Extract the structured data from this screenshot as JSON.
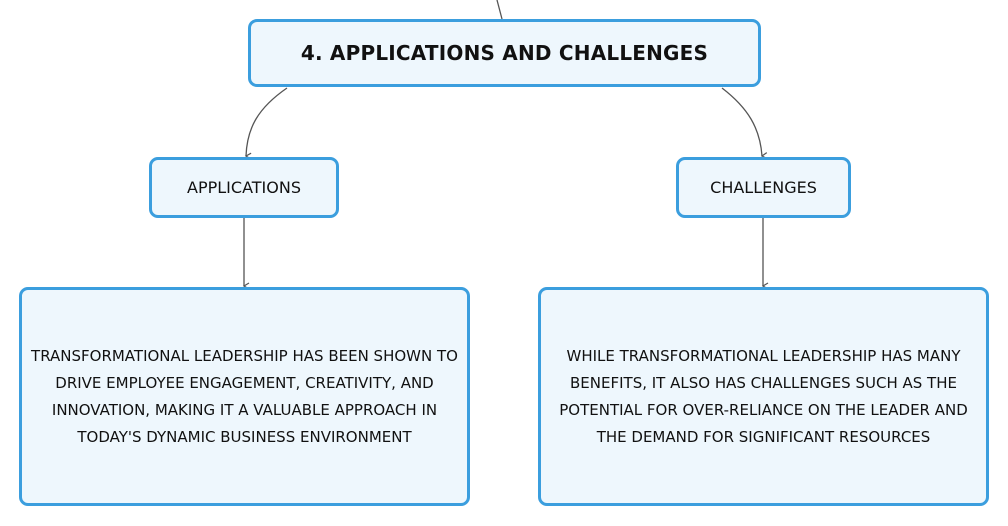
{
  "diagram": {
    "root": {
      "label": "4. APPLICATIONS AND CHALLENGES"
    },
    "branches": [
      {
        "label": "APPLICATIONS",
        "detail": "TRANSFORMATIONAL LEADERSHIP HAS BEEN SHOWN TO DRIVE EMPLOYEE ENGAGEMENT, CREATIVITY, AND INNOVATION, MAKING IT A VALUABLE APPROACH IN TODAY'S DYNAMIC BUSINESS ENVIRONMENT"
      },
      {
        "label": "CHALLENGES",
        "detail": "WHILE TRANSFORMATIONAL LEADERSHIP HAS MANY BENEFITS, IT ALSO HAS CHALLENGES SUCH AS THE POTENTIAL FOR OVER-RELIANCE ON THE LEADER AND THE DEMAND FOR SIGNIFICANT RESOURCES"
      }
    ],
    "colors": {
      "node_border": "#3b9ede",
      "node_fill": "#eef7fd",
      "connector": "#555555",
      "text": "#111111"
    }
  }
}
